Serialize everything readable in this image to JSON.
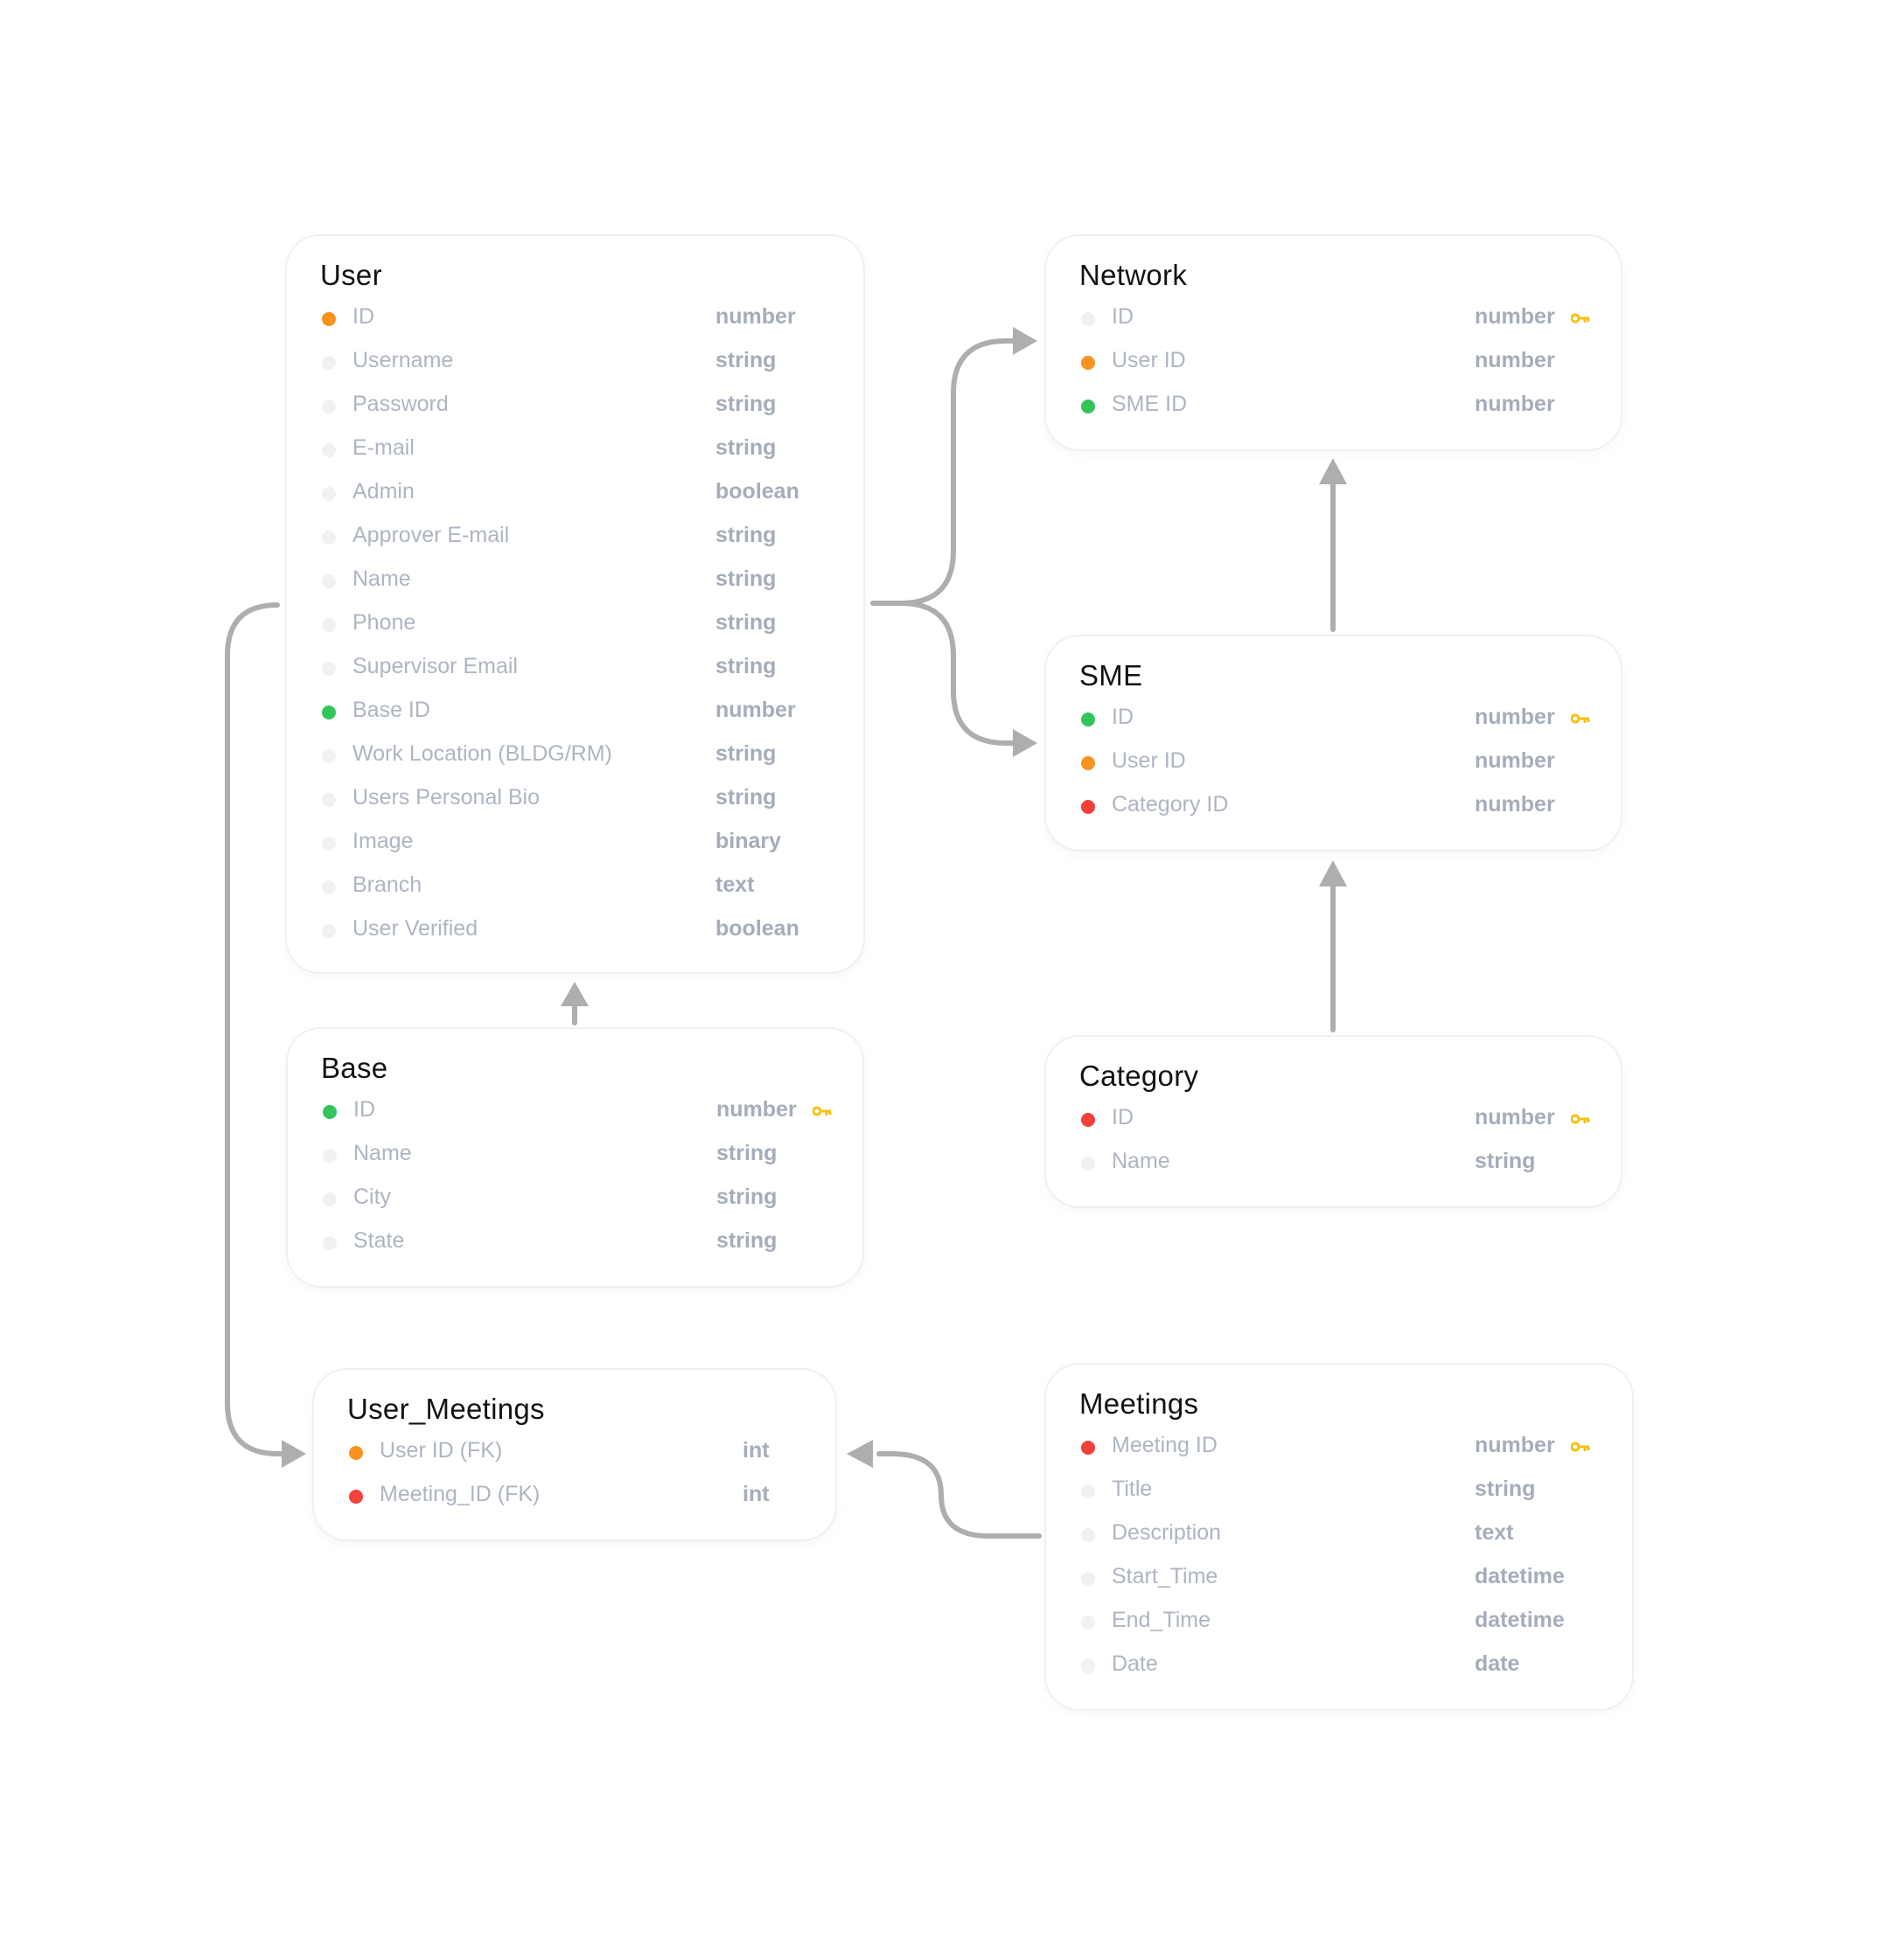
{
  "colors": {
    "orange": "#f7931e",
    "green": "#33c55a",
    "red": "#f2413a",
    "none": "#f0f1f3",
    "key": "#f5c211",
    "connector": "#aeaeae"
  },
  "tables": [
    {
      "id": "user",
      "title": "User",
      "fields": [
        {
          "name": "ID",
          "type": "number",
          "dot": "orange",
          "key": false
        },
        {
          "name": "Username",
          "type": "string",
          "dot": "none",
          "key": false
        },
        {
          "name": "Password",
          "type": "string",
          "dot": "none",
          "key": false
        },
        {
          "name": "E-mail",
          "type": "string",
          "dot": "none",
          "key": false
        },
        {
          "name": "Admin",
          "type": "boolean",
          "dot": "none",
          "key": false
        },
        {
          "name": "Approver E-mail",
          "type": "string",
          "dot": "none",
          "key": false
        },
        {
          "name": "Name",
          "type": "string",
          "dot": "none",
          "key": false
        },
        {
          "name": "Phone",
          "type": "string",
          "dot": "none",
          "key": false
        },
        {
          "name": "Supervisor Email",
          "type": "string",
          "dot": "none",
          "key": false
        },
        {
          "name": "Base ID",
          "type": "number",
          "dot": "green",
          "key": false
        },
        {
          "name": "Work Location (BLDG/RM)",
          "type": "string",
          "dot": "none",
          "key": false
        },
        {
          "name": "Users Personal Bio",
          "type": "string",
          "dot": "none",
          "key": false
        },
        {
          "name": "Image",
          "type": "binary",
          "dot": "none",
          "key": false
        },
        {
          "name": "Branch",
          "type": "text",
          "dot": "none",
          "key": false
        },
        {
          "name": "User Verified",
          "type": "boolean",
          "dot": "none",
          "key": false
        }
      ]
    },
    {
      "id": "network",
      "title": "Network",
      "fields": [
        {
          "name": "ID",
          "type": "number",
          "dot": "none",
          "key": true
        },
        {
          "name": "User ID",
          "type": "number",
          "dot": "orange",
          "key": false
        },
        {
          "name": "SME ID",
          "type": "number",
          "dot": "green",
          "key": false
        }
      ]
    },
    {
      "id": "sme",
      "title": "SME",
      "fields": [
        {
          "name": "ID",
          "type": "number",
          "dot": "green",
          "key": true
        },
        {
          "name": "User ID",
          "type": "number",
          "dot": "orange",
          "key": false
        },
        {
          "name": "Category ID",
          "type": "number",
          "dot": "red",
          "key": false
        }
      ]
    },
    {
      "id": "base",
      "title": "Base",
      "fields": [
        {
          "name": "ID",
          "type": "number",
          "dot": "green",
          "key": true
        },
        {
          "name": "Name",
          "type": "string",
          "dot": "none",
          "key": false
        },
        {
          "name": "City",
          "type": "string",
          "dot": "none",
          "key": false
        },
        {
          "name": "State",
          "type": "string",
          "dot": "none",
          "key": false
        }
      ]
    },
    {
      "id": "category",
      "title": "Category",
      "fields": [
        {
          "name": "ID",
          "type": "number",
          "dot": "red",
          "key": true
        },
        {
          "name": "Name",
          "type": "string",
          "dot": "none",
          "key": false
        }
      ]
    },
    {
      "id": "user_meetings",
      "title": "User_Meetings",
      "fields": [
        {
          "name": "User ID (FK)",
          "type": "int",
          "dot": "orange",
          "key": false
        },
        {
          "name": "Meeting_ID (FK)",
          "type": "int",
          "dot": "red",
          "key": false
        }
      ]
    },
    {
      "id": "meetings",
      "title": "Meetings",
      "fields": [
        {
          "name": "Meeting ID",
          "type": "number",
          "dot": "red",
          "key": true
        },
        {
          "name": "Title",
          "type": "string",
          "dot": "none",
          "key": false
        },
        {
          "name": "Description",
          "type": "text",
          "dot": "none",
          "key": false
        },
        {
          "name": "Start_Time",
          "type": "datetime",
          "dot": "none",
          "key": false
        },
        {
          "name": "End_Time",
          "type": "datetime",
          "dot": "none",
          "key": false
        },
        {
          "name": "Date",
          "type": "date",
          "dot": "none",
          "key": false
        }
      ]
    }
  ]
}
